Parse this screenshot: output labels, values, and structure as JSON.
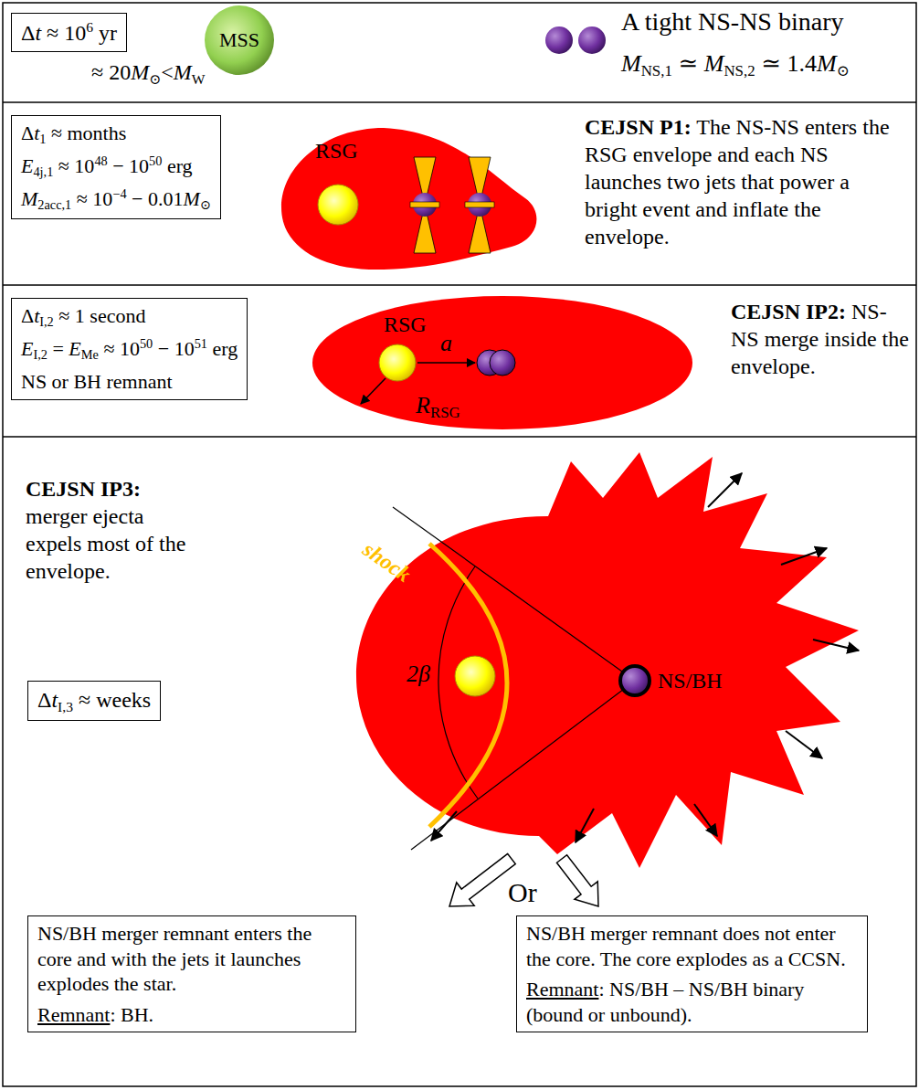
{
  "diagram": {
    "nodes": [
      {
        "text": [
          "Δt ≈ 106 yr"
        ]
      },
      {
        "text": [
          "MSS"
        ]
      },
      {
        "text": [
          "Δt1 ≈ months",
          "E4j,1 ≈ 1048 − 1050 erg",
          "M2acc,1 ≈ 10−4 − 0.01M⊙"
        ]
      },
      {
        "text": [
          "RSG"
        ]
      },
      {
        "text": [
          "ΔtI,2 ≈ 1 second",
          "EI,2 = EMe ≈ 1050 − 1051 erg",
          "NS or BH remnant"
        ]
      },
      {
        "text": [
          "RSG"
        ]
      },
      {
        "text": [
          "ΔtI,3 ≈ weeks"
        ]
      },
      {
        "text": [
          "NS/BH merger remnant enters the core and with the jets it launches explodes the star.",
          "Remnant: BH."
        ]
      },
      {
        "text": [
          "NS/BH merger remnant does not enter the core. The core explodes as a CCSN.",
          "Remnant: NS/BH – NS/BH binary (bound or unbound)."
        ]
      }
    ],
    "labels": [
      "≈ 20M⊙<MW",
      "A tight NS-NS binary",
      "MNS,1 ≃ MNS,2 ≃ 1.4M⊙",
      "CEJSN P1: The NS-NS enters the RSG envelope and each NS launches two jets that power a bright event and inflate the envelope.",
      "a",
      "RRSG",
      "CEJSN IP2: NS-NS merge inside the envelope.",
      "CEJSN IP3: merger ejecta expels most of the envelope.",
      "shock",
      "2β",
      "NS/BH",
      "Or"
    ]
  }
}
